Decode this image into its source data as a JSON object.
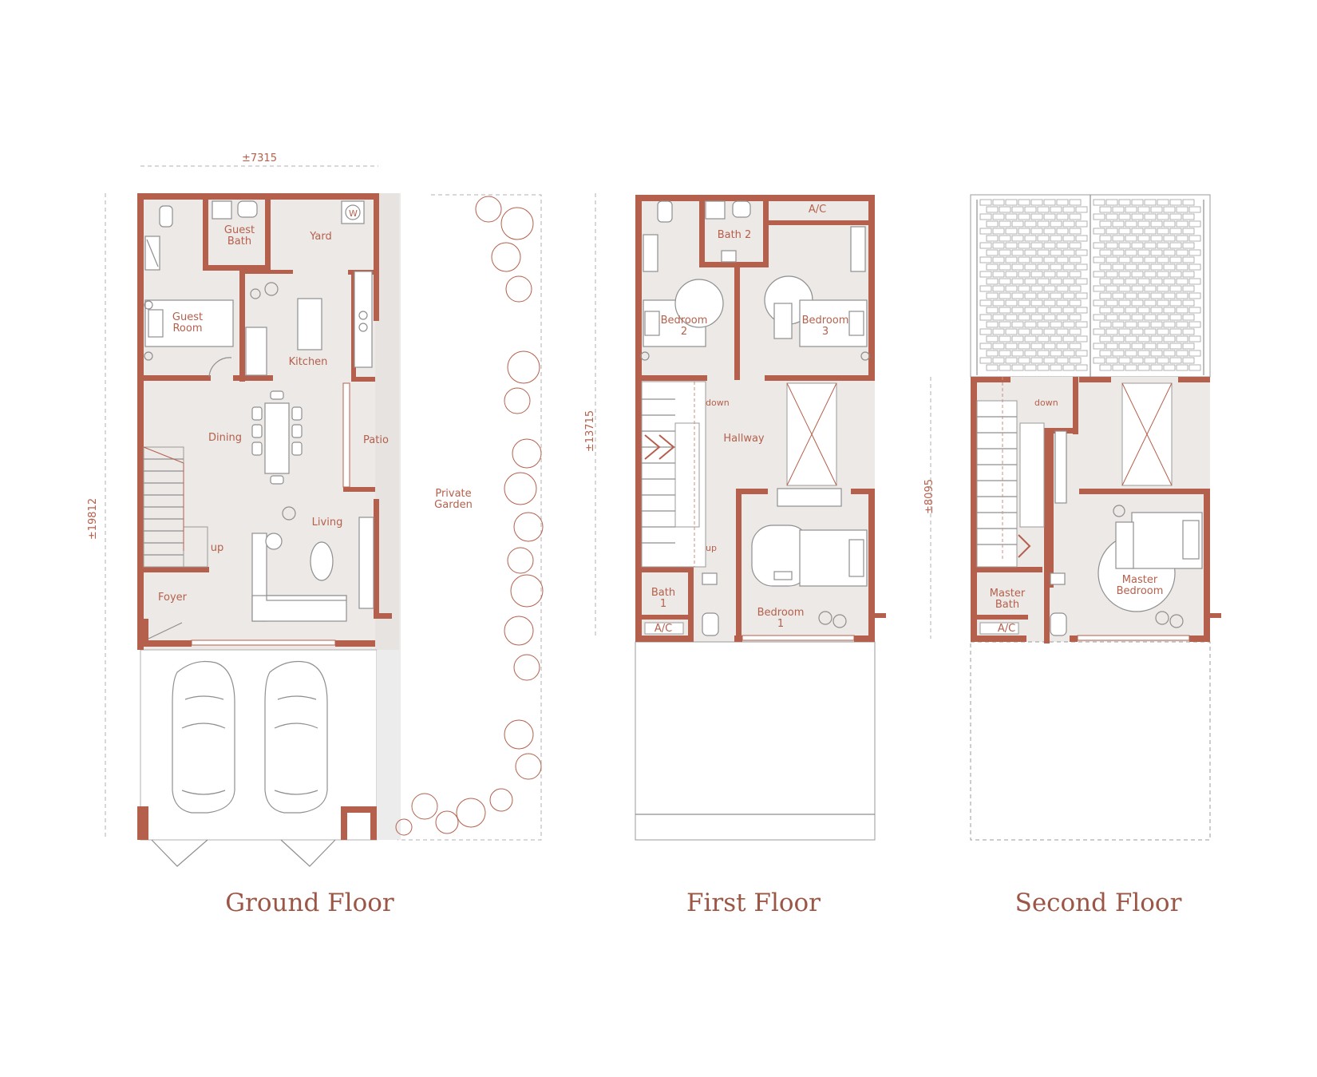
{
  "dimensions": {
    "ground_width": "±7315",
    "ground_depth": "±19812",
    "first_depth": "±13715",
    "second_depth": "±8095"
  },
  "floors": [
    {
      "title": "Ground Floor",
      "rooms": {
        "guest_bath_1": "Guest",
        "guest_bath_2": "Bath",
        "yard": "Yard",
        "guest_room_1": "Guest",
        "guest_room_2": "Room",
        "kitchen": "Kitchen",
        "dining": "Dining",
        "patio": "Patio",
        "living": "Living",
        "up": "up",
        "foyer": "Foyer",
        "garden_1": "Private",
        "garden_2": "Garden"
      }
    },
    {
      "title": "First Floor",
      "rooms": {
        "ac_top": "A/C",
        "bath2": "Bath 2",
        "bedroom2_1": "Bedroom",
        "bedroom2_2": "2",
        "bedroom3_1": "Bedroom",
        "bedroom3_2": "3",
        "down": "down",
        "hallway": "Hallway",
        "up": "up",
        "bath1_1": "Bath",
        "bath1_2": "1",
        "bedroom1_1": "Bedroom",
        "bedroom1_2": "1",
        "ac_bottom": "A/C"
      }
    },
    {
      "title": "Second Floor",
      "rooms": {
        "down": "down",
        "master_bath_1": "Master",
        "master_bath_2": "Bath",
        "master_bed_1": "Master",
        "master_bed_2": "Bedroom",
        "ac": "A/C"
      }
    }
  ],
  "colors": {
    "wall": "#b5604c",
    "floor": "#ece9e6",
    "furniture": "#8f8f8f"
  }
}
